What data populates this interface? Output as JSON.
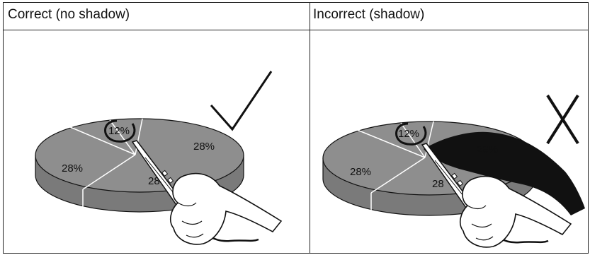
{
  "columns": [
    {
      "header": "Correct (no shadow)"
    },
    {
      "header": "Incorrect (shadow)"
    }
  ],
  "illustrations": [
    {
      "pie_labels": [
        "12%",
        "28%",
        "28%",
        "28"
      ],
      "mark": "checkmark-icon"
    },
    {
      "pie_labels": [
        "12%",
        "28%",
        "28%",
        "28"
      ],
      "mark": "x-mark-icon"
    }
  ],
  "colors": {
    "pie_fill": "#8c8c8c",
    "pie_side": "#777777",
    "stroke": "#111111",
    "shadow": "#111111"
  }
}
